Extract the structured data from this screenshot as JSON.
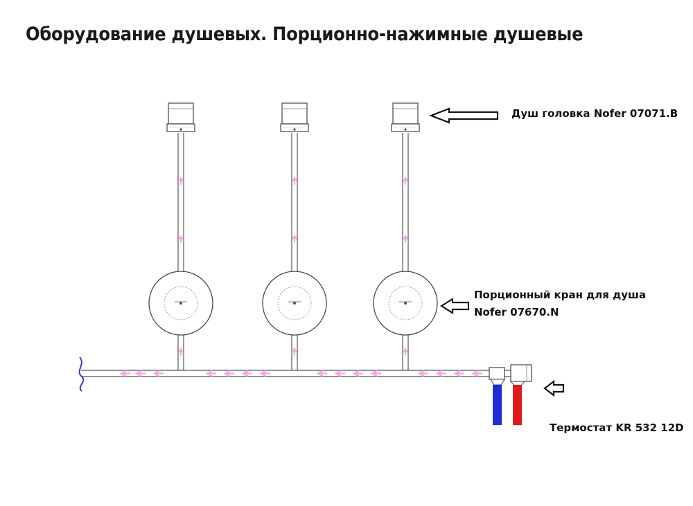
{
  "title": "Оборудование душевых. Порционно-нажимные душевые",
  "labels": {
    "shower_head": "Душ головка Nofer 07071.B",
    "valve_line1": "Порционный кран для душа",
    "valve_line2": "Nofer 07670.N",
    "thermostat": "Термостат KR 532 12D"
  },
  "units": [
    "unit-1",
    "unit-2",
    "unit-3"
  ],
  "colors": {
    "line": "#555555",
    "flow_arrow": "#f2a8e6",
    "cold_pipe": "#1f2bd6",
    "hot_pipe": "#e01b1b",
    "break_mark": "#3a3ab8",
    "callout_arrow": "#111111"
  },
  "icons": [
    "shower-head-icon",
    "portion-valve-icon",
    "thermostat-icon",
    "callout-arrow-icon"
  ]
}
